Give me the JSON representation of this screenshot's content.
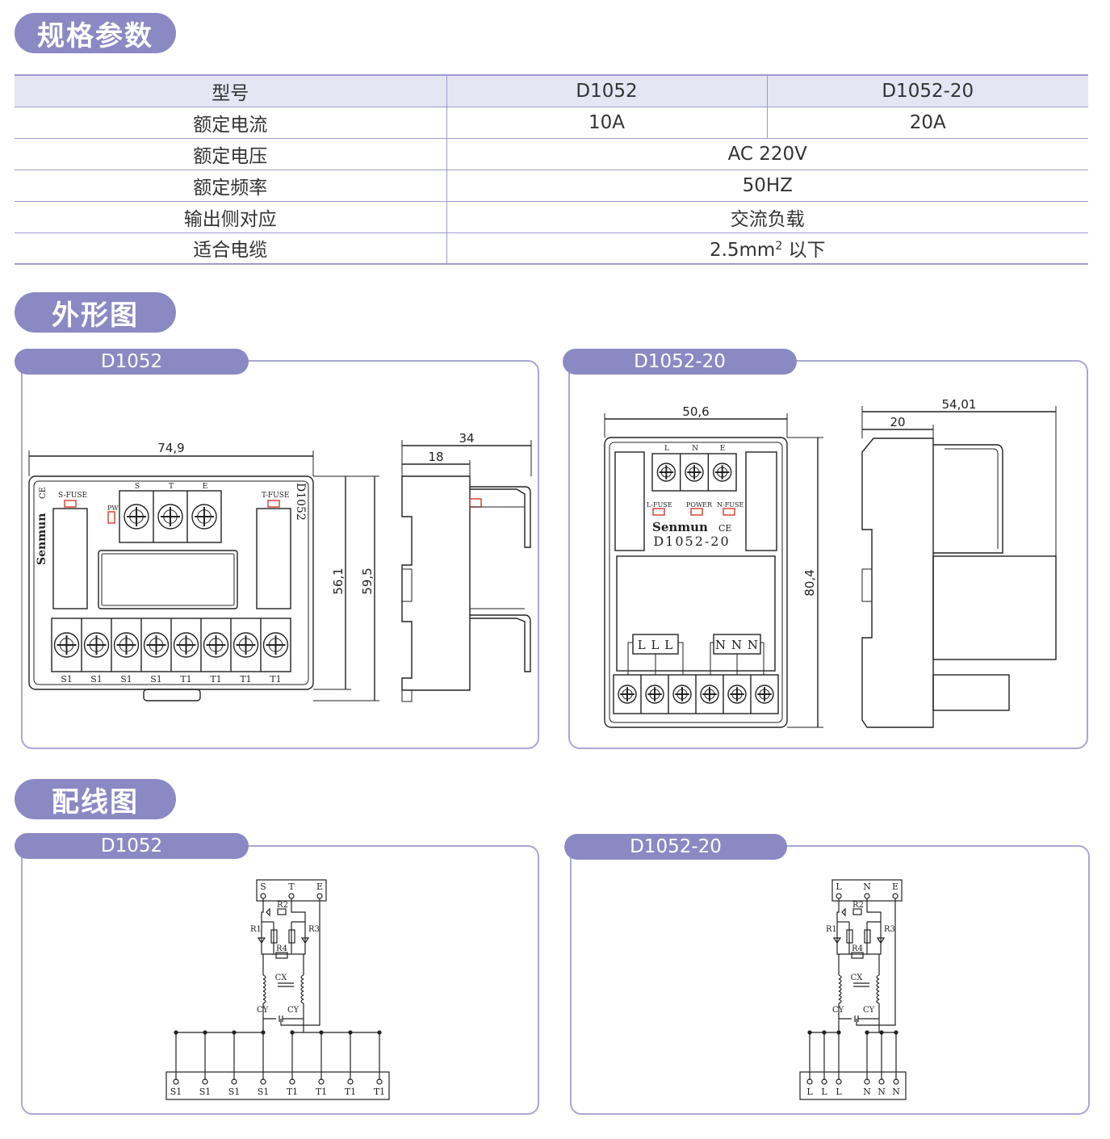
{
  "sections": {
    "spec_title": "规格参数",
    "outline_title": "外形图",
    "wiring_title": "配线图"
  },
  "spec_table": {
    "header": [
      "型号",
      "D1052",
      "D1052-20"
    ],
    "rows": {
      "current": {
        "label": "额定电流",
        "d1052": "10A",
        "d1052_20": "20A"
      },
      "voltage": {
        "label": "额定电压",
        "value": "AC 220V"
      },
      "frequency": {
        "label": "额定频率",
        "value": "50HZ"
      },
      "output": {
        "label": "输出侧对应",
        "value": "交流负载"
      },
      "cable": {
        "label": "适合电缆",
        "value_main": "2.5mm",
        "value_sup": "2",
        "value_tail": " 以下"
      }
    }
  },
  "outline": {
    "d1052": {
      "tab": "D1052",
      "dims": {
        "width": "74,9",
        "height_inner": "56,1",
        "height_outer": "59,5",
        "depth": "34",
        "depth_front": "18"
      },
      "labels": {
        "s_fuse": "S-FUSE",
        "t_fuse": "T-FUSE",
        "pw": "PW",
        "brand": "Senmun",
        "ce": "CE",
        "model": "D1052",
        "top_terminals": [
          "S",
          "T",
          "E"
        ],
        "bottom_terminals": [
          "S1",
          "S1",
          "S1",
          "S1",
          "T1",
          "T1",
          "T1",
          "T1"
        ]
      }
    },
    "d1052_20": {
      "tab": "D1052-20",
      "dims": {
        "width": "50,6",
        "height": "80,4",
        "depth": "54,01",
        "depth_front": "20"
      },
      "labels": {
        "l_fuse": "L-FUSE",
        "power": "POWER",
        "n_fuse": "N-FUSE",
        "brand": "Senmun",
        "ce": "CE",
        "model": "D1052-20",
        "top_terminals": [
          "L",
          "N",
          "E"
        ],
        "group_l": "L L L",
        "group_n": "N N N"
      }
    }
  },
  "wiring": {
    "d1052": {
      "tab": "D1052",
      "top_terminals": [
        "S",
        "T",
        "E"
      ],
      "components": {
        "r1": "R1",
        "r2": "R2",
        "r3": "R3",
        "r4": "R4",
        "cx": "CX",
        "cy1": "CY",
        "cy2": "CY"
      },
      "bottom_terminals": [
        "S1",
        "S1",
        "S1",
        "S1",
        "T1",
        "T1",
        "T1",
        "T1"
      ]
    },
    "d1052_20": {
      "tab": "D1052-20",
      "top_terminals": [
        "L",
        "N",
        "E"
      ],
      "components": {
        "r1": "R1",
        "r2": "R2",
        "r3": "R3",
        "r4": "R4",
        "cx": "CX",
        "cy1": "CY",
        "cy2": "CY"
      },
      "bottom_terminals": [
        "L",
        "L",
        "L",
        "N",
        "N",
        "N"
      ]
    }
  },
  "colors": {
    "accent": "#8b89c4",
    "header_bg": "#e5e5f4",
    "line": "#9d9bcf",
    "fuse_red": "#d9382f"
  }
}
